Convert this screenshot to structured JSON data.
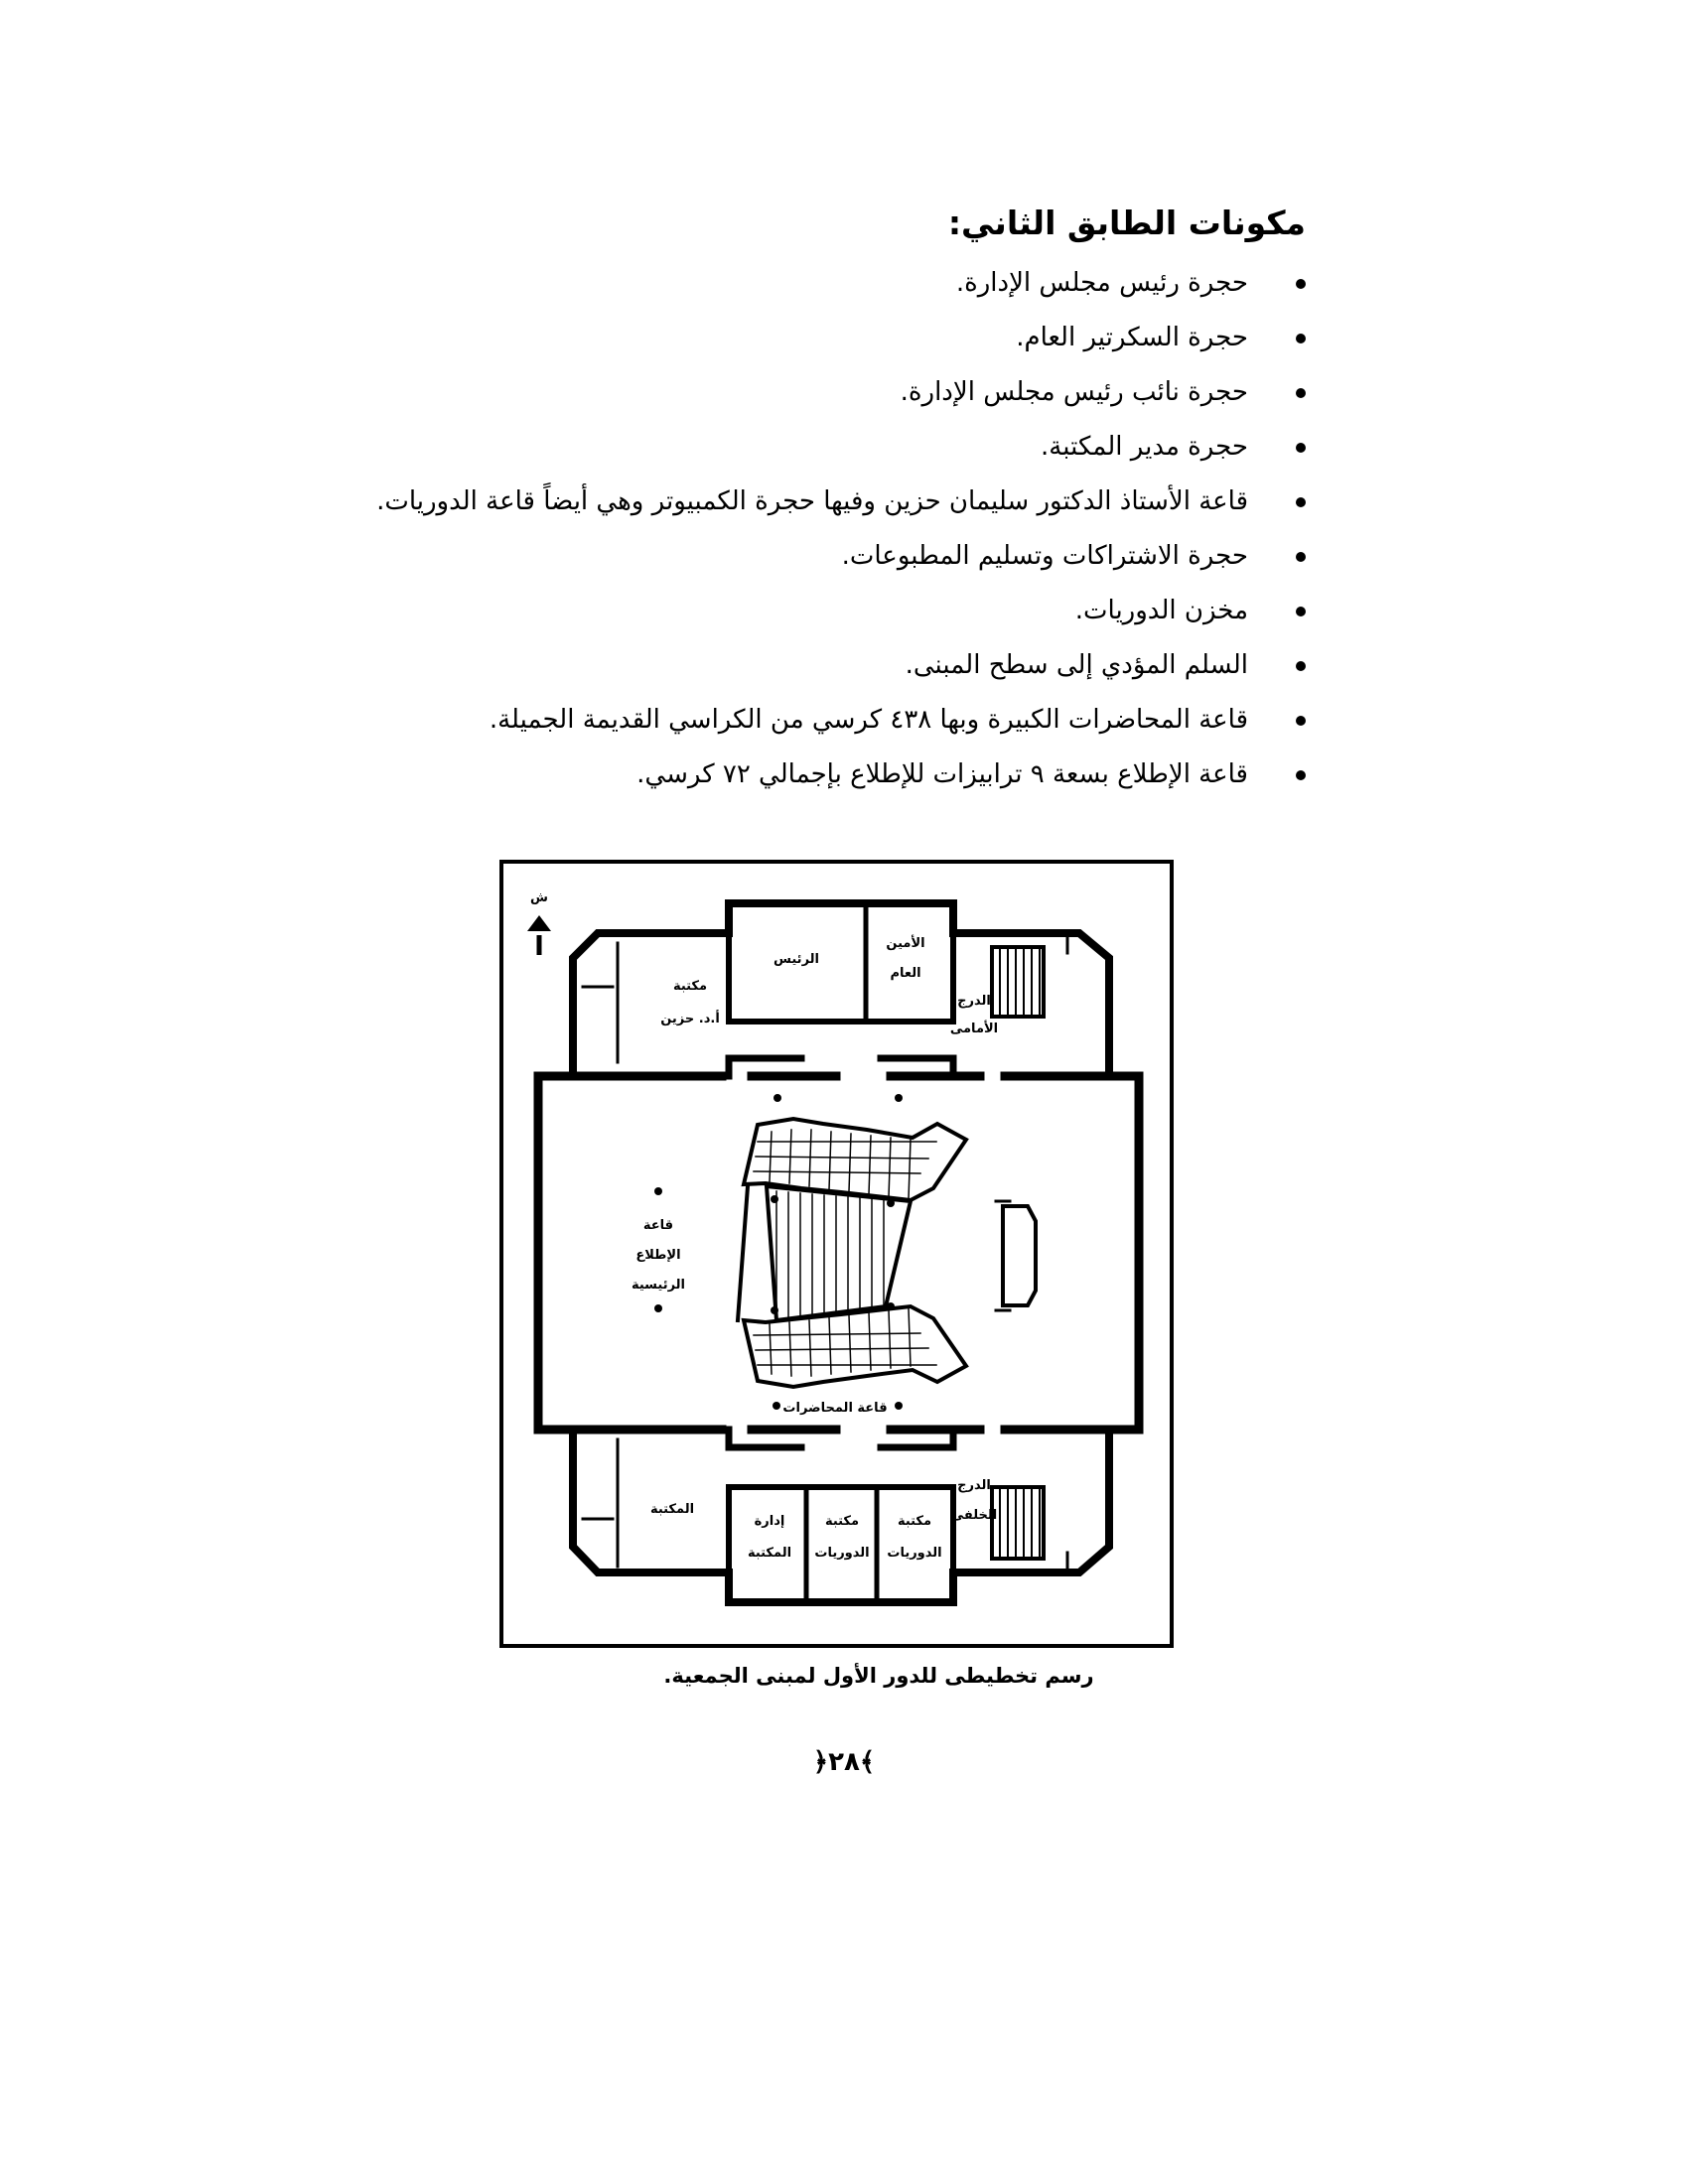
{
  "heading": "مكونات الطابق الثاني:",
  "items": [
    "حجرة رئيس مجلس الإدارة.",
    "حجرة السكرتير العام.",
    "حجرة نائب رئيس مجلس الإدارة.",
    "حجرة مدير المكتبة.",
    "قاعة الأستاذ الدكتور سليمان حزين وفيها حجرة الكمبيوتر وهي أيضاً قاعة الدوريات.",
    "حجرة الاشتراكات وتسليم المطبوعات.",
    "مخزن الدوريات.",
    "السلم المؤدي إلى سطح المبنى.",
    "قاعة المحاضرات الكبيرة وبها ٤٣٨ كرسي من الكراسي القديمة الجميلة.",
    "قاعة الإطلاع بسعة ٩ ترابيزات للإطلاع بإجمالي ٧٢ كرسي."
  ],
  "plan": {
    "north_label": "ش",
    "labels": {
      "president": "الرئيس",
      "secretary_1": "الأمين",
      "secretary_2": "العام",
      "library_hazin_1": "مكتبة",
      "library_hazin_2": "أ.د. حزين",
      "front_stairs_1": "الدرج",
      "front_stairs_2": "الأمامى",
      "reading_hall_1": "قاعة",
      "reading_hall_2": "الإطلاع",
      "reading_hall_3": "الرئيسية",
      "lecture_hall": "قاعة المحاضرات",
      "library": "المكتبة",
      "library_admin_1": "إدارة",
      "library_admin_2": "المكتبة",
      "periodicals_a_1": "مكتبة",
      "periodicals_a_2": "الدوريات",
      "periodicals_b_1": "مكتبة",
      "periodicals_b_2": "الدوريات",
      "back_stairs_1": "الدرج",
      "back_stairs_2": "الخلفى"
    }
  },
  "caption": "رسم تخطيطى للدور الأول لمبنى الجمعية.",
  "page_number": "﴿٢٨﴾"
}
